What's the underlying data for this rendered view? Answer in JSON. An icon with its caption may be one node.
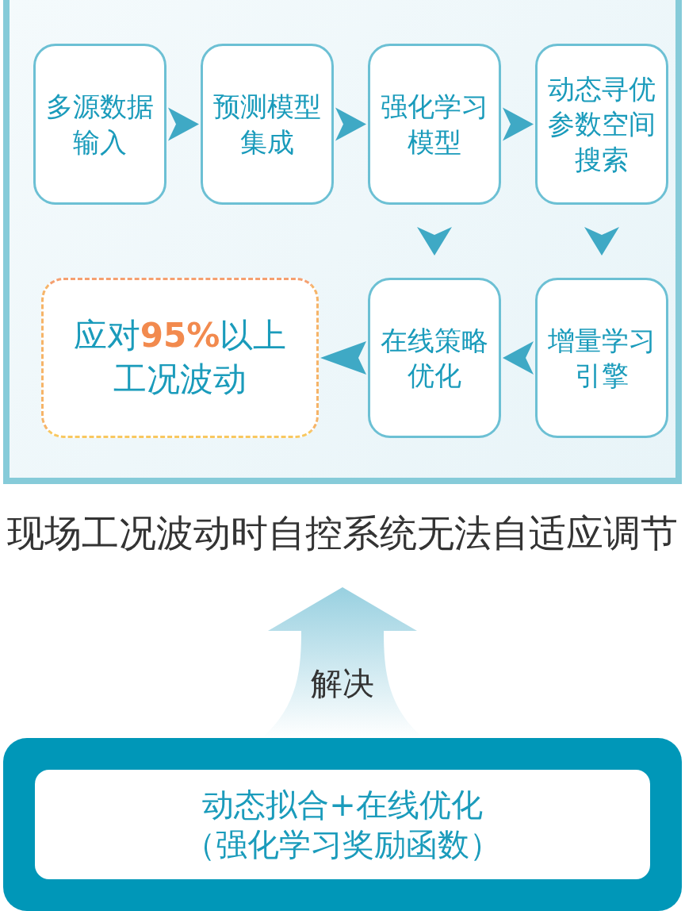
{
  "diagram": {
    "nodes": [
      {
        "text": [
          "多源数据输入"
        ]
      },
      {
        "text": [
          "预测模型集成"
        ]
      },
      {
        "text": [
          "强化学习模型"
        ]
      },
      {
        "text": [
          "动态寻优参数空间搜索"
        ]
      },
      {
        "text": [
          "应对**95%**以上工况波动"
        ]
      },
      {
        "text": [
          "在线策略优化"
        ]
      },
      {
        "text": [
          "增量学习引擎"
        ]
      },
      {
        "text": [
          "现场工况波动时自控系统无法自适应调节"
        ]
      },
      {
        "text": [],
        "shape": "box"
      },
      {
        "text": [
          "动态拟合+在线优化（强化学习奖励函数）"
        ],
        "in": 8
      }
    ],
    "edges": [
      {
        "from": 0,
        "to": 1,
        "arrow": "to"
      },
      {
        "from": 1,
        "to": 2,
        "arrow": "to"
      },
      {
        "from": 2,
        "to": 3,
        "arrow": "to"
      },
      {
        "from": 2,
        "to": 5,
        "arrow": "to"
      },
      {
        "from": 3,
        "to": 6,
        "arrow": "to"
      },
      {
        "from": 6,
        "to": 5,
        "arrow": "to"
      },
      {
        "from": 5,
        "to": 4,
        "arrow": "to"
      },
      {
        "from": 8,
        "to": 7,
        "arrow": "to",
        "label": "解决",
        "style": "thick"
      }
    ]
  }
}
